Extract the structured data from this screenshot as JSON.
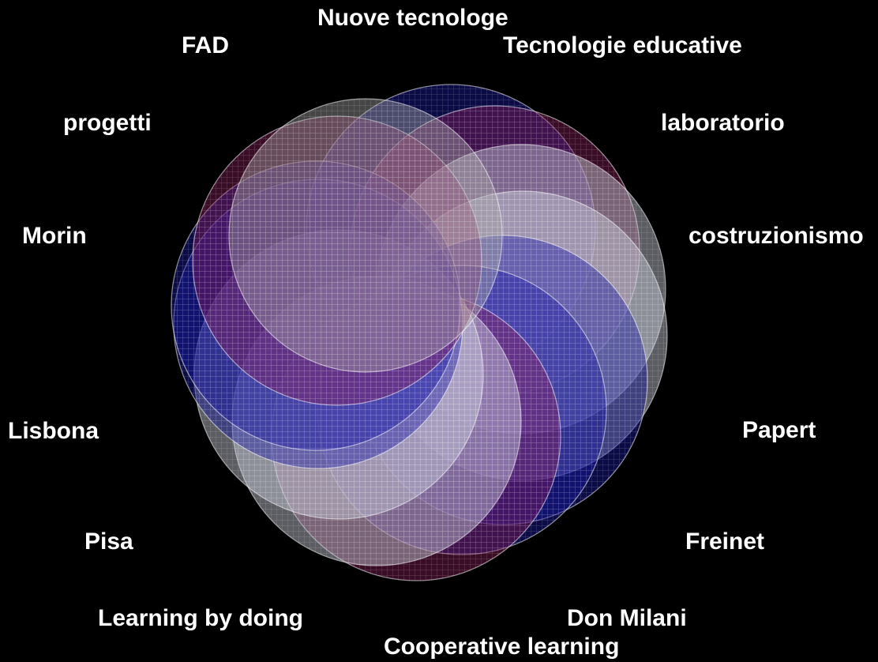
{
  "labels": {
    "nuove_tecnologie": "Nuove tecnologe",
    "fad": "FAD",
    "tecnologie_educative": "Tecnologie educative",
    "progetti": "progetti",
    "laboratorio": "laboratorio",
    "morin": "Morin",
    "costruzionismo": "costruzionismo",
    "lisbona": "Lisbona",
    "papert": "Papert",
    "pisa": "Pisa",
    "freinet": "Freinet",
    "learning_by_doing": "Learning by doing",
    "don_milani": "Don Milani",
    "cooperative_learning": "Cooperative learning"
  },
  "colors": {
    "background": "#000000",
    "text": "#ffffff",
    "blue": "#1a1aa8",
    "purple": "#8a1e5e",
    "white": "#c9cfdc",
    "grey": "#a8a8a8"
  }
}
